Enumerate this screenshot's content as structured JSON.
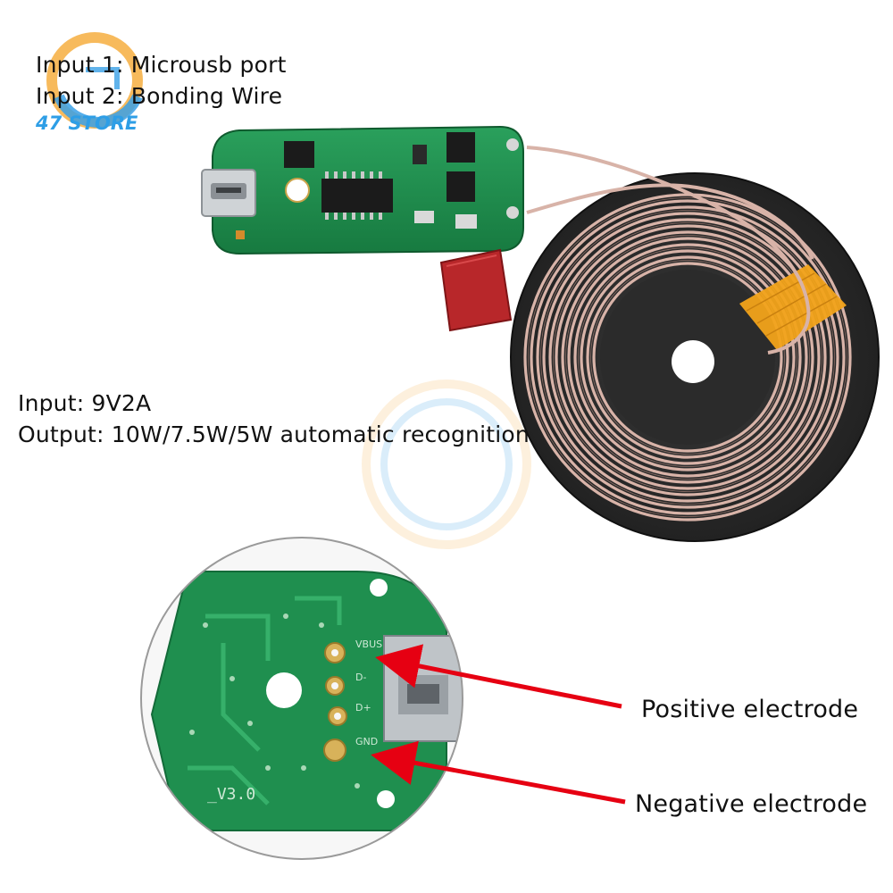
{
  "store": {
    "name": "47 STORE",
    "logo": "47-store-logo"
  },
  "inputs": {
    "line1": "Input 1: Microusb port",
    "line2": "Input 2: Bonding Wire"
  },
  "specs": {
    "input": "Input: 9V2A",
    "output": "Output: 10W/7.5W/5W automatic recognition"
  },
  "callouts": {
    "positive": "Positive electrode",
    "negative": "Negative electrode"
  },
  "board": {
    "silk_version": "_V3.0",
    "pin_labels": [
      "VBUS",
      "D-",
      "D+",
      "GND"
    ]
  },
  "colors": {
    "pcb": "#1f8f4f",
    "coil": "#d8b3a8",
    "ferrite": "#2a2a2a",
    "arrow": "#e60012",
    "brand": "#2e9ee6"
  }
}
